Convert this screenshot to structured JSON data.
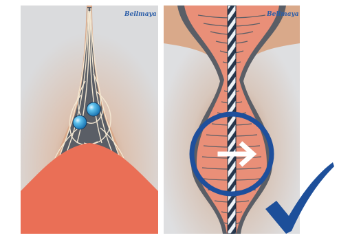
{
  "panels": [
    {
      "id": "left",
      "brand_text": "Bellmaya",
      "arrow_icon": "none",
      "sphere_count": 2
    },
    {
      "id": "right",
      "brand_text": "Bellmaya",
      "arrow_icon": "arrow-right-icon"
    }
  ],
  "checkmark_icon": "check-icon",
  "colors": {
    "left_background": "#d9dadc",
    "skin_tan": "#d9a98a",
    "tissue_dark": "#5a5e66",
    "coral": "#ea6f56",
    "fiber_cream": "#f3e7d2",
    "sphere_blue": "#3aa9dd",
    "ring_blue": "#1e4f9c",
    "check_blue": "#1d4f9a",
    "thread_dark": "#27374d",
    "right_background": "#fbe3d3",
    "bands_salmon": "#e98f78"
  }
}
